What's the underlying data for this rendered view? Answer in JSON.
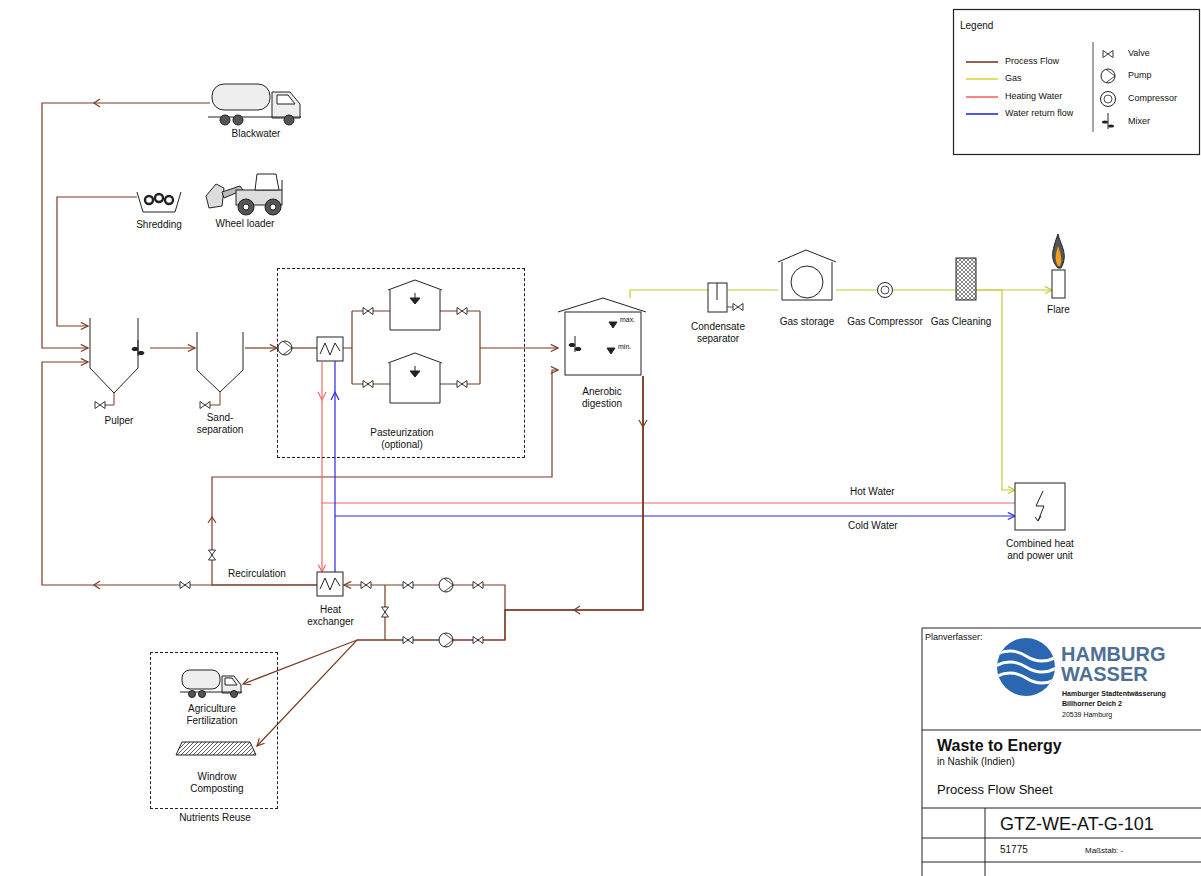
{
  "diagram": {
    "nodes": [
      {
        "text": [
          "Blackwater"
        ]
      },
      {
        "text": [
          "Shredding"
        ]
      },
      {
        "text": [
          "Wheel loader"
        ]
      },
      {
        "text": [
          "Pulper"
        ]
      },
      {
        "text": [
          "Sand- separation"
        ]
      },
      {
        "text": [
          "Pasteurization (optional)"
        ]
      },
      {
        "text": [
          "Anerobic digestion"
        ]
      },
      {
        "text": [
          "Condensate separator"
        ]
      },
      {
        "text": [
          "Gas storage"
        ]
      },
      {
        "text": [
          "Gas Compressor"
        ]
      },
      {
        "text": [
          "Gas Cleaning"
        ]
      },
      {
        "text": [
          "Flare"
        ]
      },
      {
        "text": [
          "Combined heat and power unit"
        ]
      },
      {
        "text": [
          "Heat exchanger"
        ]
      },
      {
        "text": [
          "Nutrients Reuse"
        ]
      },
      {
        "text": [
          "Agriculture Fertilization"
        ],
        "in": 14
      },
      {
        "text": [
          "Windrow Composting"
        ],
        "in": 14
      }
    ],
    "edges": [
      {
        "from": 0,
        "to": 3,
        "arrow": "to"
      },
      {
        "from": 1,
        "to": 3,
        "arrow": "to"
      },
      {
        "from": 3,
        "to": 4,
        "arrow": "to"
      },
      {
        "from": 4,
        "to": 5,
        "arrow": "to"
      },
      {
        "from": 5,
        "to": 6,
        "arrow": "to"
      },
      {
        "from": 6,
        "to": 7,
        "arrow": "none"
      },
      {
        "from": 7,
        "to": 8,
        "arrow": "none"
      },
      {
        "from": 8,
        "to": 9,
        "arrow": "none"
      },
      {
        "from": 9,
        "to": 10,
        "arrow": "none"
      },
      {
        "from": 10,
        "to": 11,
        "arrow": "to"
      },
      {
        "from": 10,
        "to": 12,
        "arrow": "to"
      },
      {
        "from": 12,
        "to": 13,
        "label": "Hot Water",
        "arrow": "to"
      },
      {
        "from": 13,
        "to": 12,
        "label": "Cold Water",
        "arrow": "to"
      },
      {
        "from": 6,
        "to": 13,
        "arrow": "to"
      },
      {
        "from": 13,
        "to": 3,
        "label": "Recirculation",
        "arrow": "to"
      },
      {
        "from": 13,
        "to": 6,
        "arrow": "to"
      },
      {
        "from": 6,
        "to": 15,
        "arrow": "to"
      },
      {
        "from": 6,
        "to": 16,
        "arrow": "to"
      }
    ],
    "labels": [
      "Legend",
      "max.",
      "min.",
      "Planverfasser:",
      "HAMBURG",
      "WASSER",
      "Hamburger Stadtentwässerung",
      "Billhorner Deich 2",
      "20539 Hamburg",
      "Waste to Energy",
      "in Nashik (Indien)",
      "Process Flow Sheet",
      "GTZ-WE-AT-G-101",
      "51775",
      "Maßstab: -"
    ],
    "legend": [
      {
        "text": "Process Flow"
      },
      {
        "text": "Gas"
      },
      {
        "text": "Heating Water"
      },
      {
        "text": "Water return flow"
      },
      {
        "text": "Valve"
      },
      {
        "text": "Pump"
      },
      {
        "text": "Compressor"
      },
      {
        "text": "Mixer"
      }
    ]
  }
}
